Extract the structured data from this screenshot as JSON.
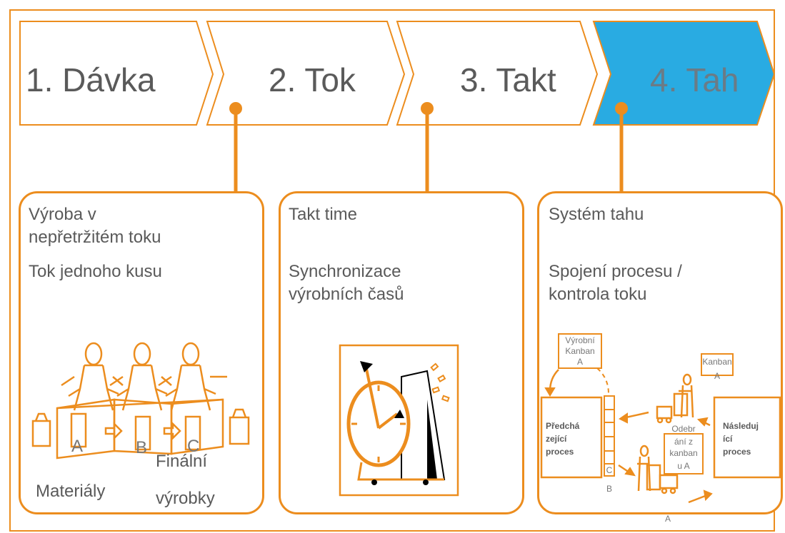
{
  "steps": [
    {
      "label": "1. Dávka"
    },
    {
      "label": "2. Tok"
    },
    {
      "label": "3. Takt"
    },
    {
      "label": "4. Tah"
    }
  ],
  "colors": {
    "accent": "#EC8D1E",
    "highlight": "#29ABE2",
    "text": "#5a5a5a"
  },
  "panels": {
    "flow": {
      "title_line1": "Výroba v",
      "title_line2": "nepřetržitém toku",
      "subtitle": "Tok jednoho kusu",
      "station_a": "A",
      "station_b": "B",
      "station_c": "C",
      "materials": "Materiály",
      "finished_line1": "Finální",
      "finished_line2": "výrobky"
    },
    "takt": {
      "title": "Takt time",
      "subtitle_line1": "Synchronizace",
      "subtitle_line2": "výrobních časů"
    },
    "pull": {
      "title": "Systém  tahu",
      "subtitle_line1": "Spojení procesu /",
      "subtitle_line2": "kontrola toku",
      "production_kanban_line1": "Výrobní",
      "production_kanban_line2": "Kanban",
      "production_kanban_line3": "A",
      "kanban_line1": "Kanban",
      "kanban_line2": "A",
      "preceding_line1": "Předchá",
      "preceding_line2": "zející",
      "preceding_line3": "proces",
      "following_line1": "Následuj",
      "following_line2": "ící",
      "following_line3": "proces",
      "withdrawal_line1": "Odebr",
      "withdrawal_line2": "ání z",
      "withdrawal_line3": "kanban",
      "withdrawal_line4": "u A",
      "label_c": "C",
      "label_b": "B",
      "label_a": "A"
    }
  }
}
